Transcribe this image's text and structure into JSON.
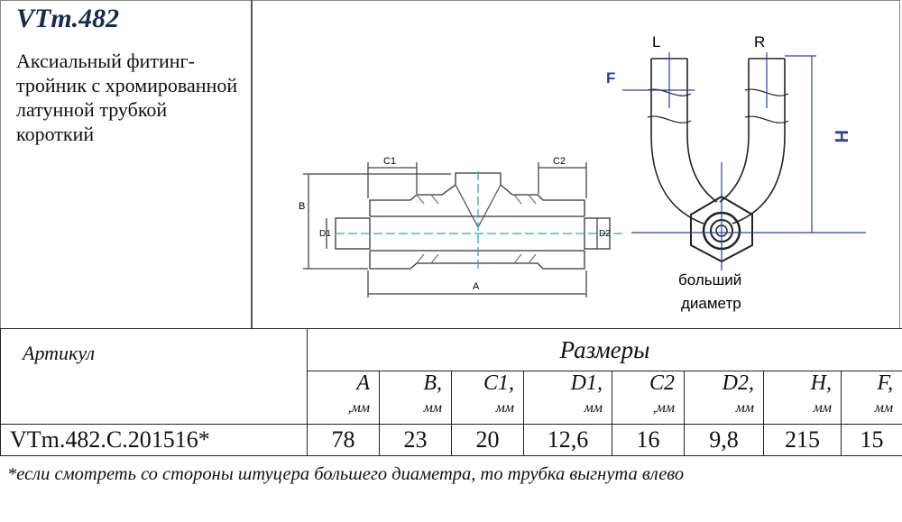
{
  "header": {
    "title": "VTm.482",
    "description": "Аксиальный фитинг-тройник с хромированной латунной трубкой короткий"
  },
  "drawing": {
    "labels": {
      "c1": "C1",
      "c2": "C2",
      "b": "B",
      "d1": "D1",
      "d2": "D2",
      "a": "A",
      "l": "L",
      "r": "R",
      "f": "F",
      "h": "H"
    },
    "caption_line1": "больший",
    "caption_line2": "диаметр"
  },
  "table": {
    "article_header": "Артикул",
    "sizes_header": "Размеры",
    "columns": [
      {
        "name": "A",
        "unit": ",мм"
      },
      {
        "name": "B,",
        "unit": "мм"
      },
      {
        "name": "C1,",
        "unit": "мм"
      },
      {
        "name": "D1,",
        "unit": "мм"
      },
      {
        "name": "C2",
        "unit": ",мм"
      },
      {
        "name": "D2,",
        "unit": "мм"
      },
      {
        "name": "H,",
        "unit": "мм"
      },
      {
        "name": "F,",
        "unit": "мм"
      }
    ],
    "row": {
      "article": "VTm.482.C.201516*",
      "values": [
        "78",
        "23",
        "20",
        "12,6",
        "16",
        "9,8",
        "215",
        "15"
      ]
    }
  },
  "footnote": "*если смотреть со стороны штуцера большего диаметра, то трубка выгнута влево"
}
